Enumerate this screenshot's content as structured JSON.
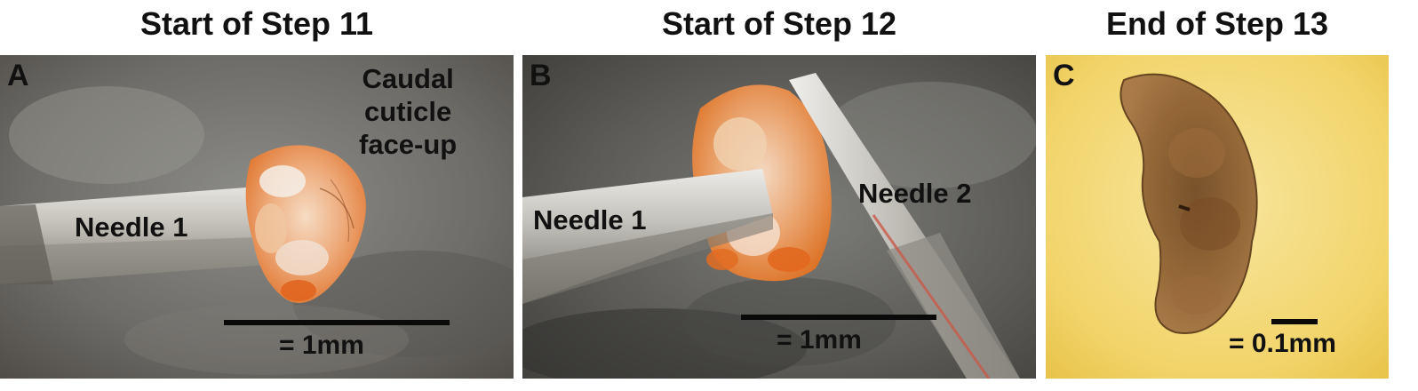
{
  "headings": {
    "a": "Start of Step 11",
    "b": "Start of Step 12",
    "c": "End of Step 13"
  },
  "panel_a": {
    "letter": "A",
    "annotation": [
      "Caudal",
      "cuticle",
      "face-up"
    ],
    "needle_label": "Needle 1",
    "scale_label": "= 1mm"
  },
  "panel_b": {
    "letter": "B",
    "needle1_label": "Needle 1",
    "needle2_label": "Needle 2",
    "scale_label": "= 1mm"
  },
  "panel_c": {
    "letter": "C",
    "scale_label": "= 0.1mm"
  }
}
